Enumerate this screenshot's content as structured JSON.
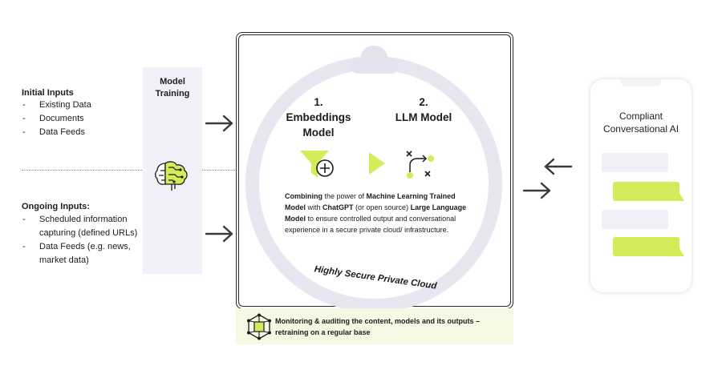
{
  "initial_inputs": {
    "title": "Initial Inputs",
    "items": [
      "Existing Data",
      "Documents",
      "Data Feeds"
    ]
  },
  "ongoing_inputs": {
    "title": "Ongoing Inputs:",
    "items": [
      "Scheduled information capturing (defined URLs)",
      "Data Feeds (e.g. news, market data)"
    ]
  },
  "training": {
    "label_line1": "Model",
    "label_line2": "Training"
  },
  "steps": [
    {
      "number": "1.",
      "line1": "Embeddings",
      "line2": "Model"
    },
    {
      "number": "2.",
      "line1": "LLM Model",
      "line2": ""
    }
  ],
  "description": {
    "b1": "Combining",
    "t1": " the power of ",
    "b2": "Machine Learning Trained Model",
    "t2": " with ",
    "b3": "ChatGPT",
    "t3": " (or open source) ",
    "b4": "Large Language Model",
    "t4": " to ensure controlled output and conversational experience in a secure private cloud/ infrastructure."
  },
  "cloud_label": "Highly Secure Private Cloud",
  "monitoring": {
    "line1": "Monitoring & auditing the content, models and its outputs –",
    "line2": "retraining on a regular base"
  },
  "phone": {
    "title_line1": "Compliant",
    "title_line2": "Conversational AI"
  },
  "colors": {
    "accent_lime": "#d4ec5a",
    "bubble_gray": "#f0f0f6",
    "ring": "#e7e7f1",
    "training_bg": "#f2f0f9",
    "monitor_bg": "#f5f9e3",
    "arrow": "#3a3a3a"
  },
  "icons": [
    "brain-circuit-icon",
    "cloud-icon",
    "funnel-plus-icon",
    "play-triangle-icon",
    "path-route-icon",
    "network-cube-icon"
  ]
}
